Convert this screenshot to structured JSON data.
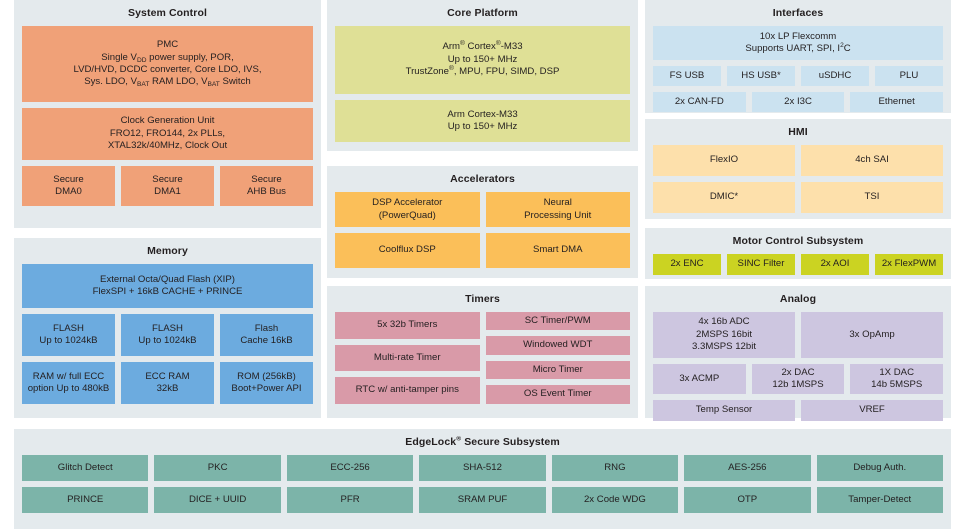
{
  "diagram": {
    "title": "MCU block diagram",
    "palette": {
      "panel_bg": "#e4eaed",
      "page_bg": "#ffffff",
      "system_control": "#f0a178",
      "memory": "#6cabdf",
      "core_platform": "#dfe096",
      "accelerators": "#fbbf59",
      "timers": "#d99aa8",
      "interfaces": "#cbe2f0",
      "hmi": "#fde0ab",
      "motor_control": "#cbd322",
      "analog": "#cdc6e0",
      "edgelock": "#7cb4a9",
      "text": "#231f20"
    }
  },
  "system_control": {
    "title": "System Control",
    "pmc": {
      "l1": "PMC",
      "l2_a": "Single V",
      "l2_sub": "DD",
      "l2_b": " power supply, POR,",
      "l3": "LVD/HVD, DCDC converter, Core LDO, IVS,",
      "l4_a": "Sys. LDO, V",
      "l4_sub1": "BAT",
      "l4_b": " RAM LDO, V",
      "l4_sub2": "BAT",
      "l4_c": " Switch"
    },
    "cgu": {
      "l1": "Clock Generation Unit",
      "l2": "FRO12, FRO144, 2x PLLs,",
      "l3": "XTAL32k/40MHz, Clock Out"
    },
    "dma": [
      {
        "l1": "Secure",
        "l2": "DMA0"
      },
      {
        "l1": "Secure",
        "l2": "DMA1"
      },
      {
        "l1": "Secure",
        "l2": "AHB Bus"
      }
    ]
  },
  "memory": {
    "title": "Memory",
    "xip": {
      "l1": "External Octa/Quad Flash (XIP)",
      "l2": "FlexSPI + 16kB CACHE + PRINCE"
    },
    "row1": [
      {
        "l1": "FLASH",
        "l2": "Up to 1024kB"
      },
      {
        "l1": "FLASH",
        "l2": "Up to 1024kB"
      },
      {
        "l1": "Flash",
        "l2": "Cache 16kB"
      }
    ],
    "row2": [
      {
        "l1": "RAM w/ full ECC",
        "l2": "option Up to 480kB"
      },
      {
        "l1": "ECC RAM",
        "l2": "32kB"
      },
      {
        "l1": "ROM (256kB)",
        "l2": "Boot+Power API"
      }
    ]
  },
  "core_platform": {
    "title": "Core Platform",
    "core1": {
      "l1_a": "Arm",
      "l1_sup1": "®",
      "l1_b": " Cortex",
      "l1_sup2": "®",
      "l1_c": "-M33",
      "l2": "Up to 150+  MHz",
      "l3_a": "TrustZone",
      "l3_sup": "®",
      "l3_b": ", MPU, FPU, SIMD, DSP"
    },
    "core2": {
      "l1": "Arm Cortex-M33",
      "l2": "Up to 150+  MHz"
    }
  },
  "accelerators": {
    "title": "Accelerators",
    "blocks": [
      {
        "l1": "DSP Accelerator",
        "l2": "(PowerQuad)"
      },
      {
        "l1": "Neural",
        "l2": "Processing Unit"
      },
      {
        "l1": "Coolflux DSP",
        "l2": ""
      },
      {
        "l1": "Smart DMA",
        "l2": ""
      }
    ]
  },
  "timers": {
    "title": "Timers",
    "left": [
      "5x 32b Timers",
      "Multi-rate Timer",
      "RTC w/ anti-tamper pins"
    ],
    "right": [
      "SC Timer/PWM",
      "Windowed WDT",
      "Micro Timer",
      "OS Event Timer"
    ]
  },
  "interfaces": {
    "title": "Interfaces",
    "flexcomm": {
      "l1": "10x LP Flexcomm",
      "l2_a": "Supports UART, SPI, I",
      "l2_sup": "2",
      "l2_b": "C"
    },
    "row1": [
      "FS USB",
      "HS USB*",
      "uSDHC",
      "PLU"
    ],
    "row2": [
      "2x CAN-FD",
      "2x I3C",
      "Ethernet"
    ]
  },
  "hmi": {
    "title": "HMI",
    "row1": [
      "FlexIO",
      "4ch SAI"
    ],
    "row2": [
      "DMIC*",
      "TSI"
    ]
  },
  "motor_control": {
    "title": "Motor Control Subsystem",
    "blocks": [
      "2x ENC",
      "SINC Filter",
      "2x AOI",
      "2x FlexPWM"
    ]
  },
  "analog": {
    "title": "Analog",
    "adc": {
      "l1": "4x 16b ADC",
      "l2": "2MSPS 16bit",
      "l3": "3.3MSPS 12bit"
    },
    "opamp": {
      "l1": "3x OpAmp"
    },
    "row2": [
      {
        "l1": "3x ACMP",
        "l2": ""
      },
      {
        "l1": "2x DAC",
        "l2": "12b 1MSPS"
      },
      {
        "l1": "1X DAC",
        "l2": "14b 5MSPS"
      }
    ],
    "row3": [
      "Temp Sensor",
      "VREF"
    ]
  },
  "edgelock": {
    "title_a": "EdgeLock",
    "title_sup": "®",
    "title_b": " Secure Subsystem",
    "row1": [
      "Glitch Detect",
      "PKC",
      "ECC-256",
      "SHA-512",
      "RNG",
      "AES-256",
      "Debug Auth."
    ],
    "row2": [
      "PRINCE",
      "DICE + UUID",
      "PFR",
      "SRAM PUF",
      "2x Code WDG",
      "OTP",
      "Tamper-Detect"
    ]
  }
}
